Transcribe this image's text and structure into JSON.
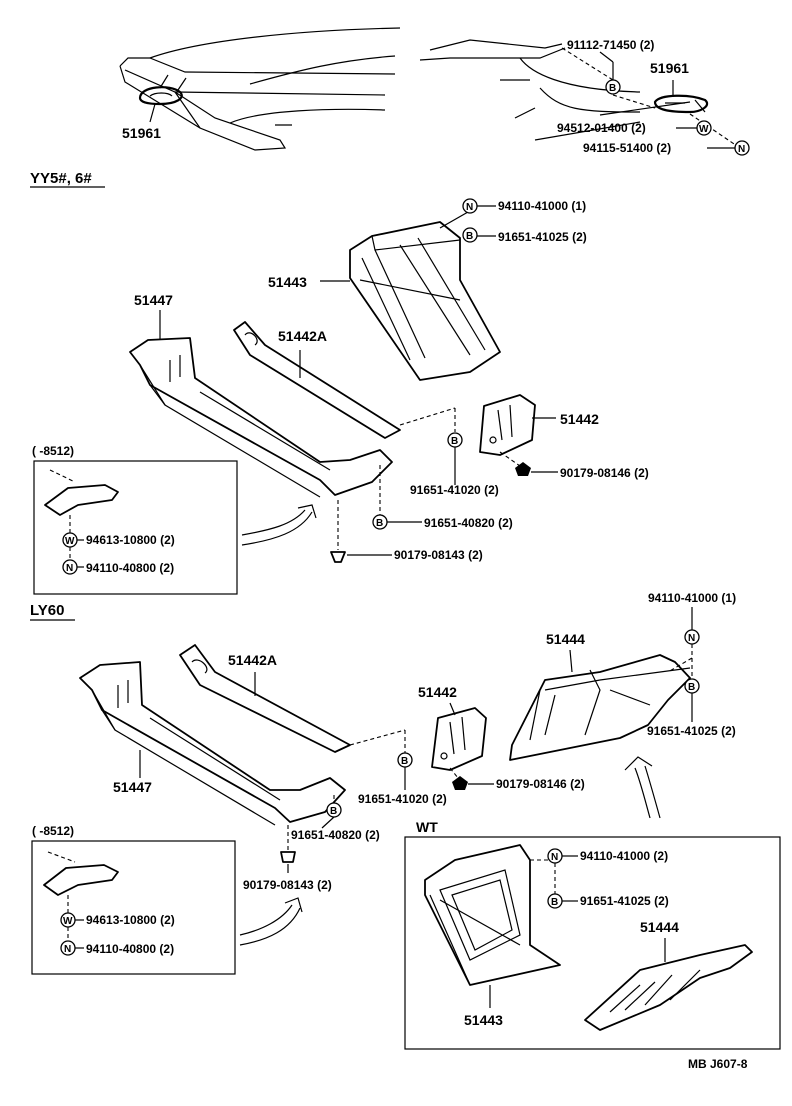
{
  "top": {
    "left_part": "51961",
    "right_part": "51961",
    "callouts": [
      {
        "symbol": "B",
        "text": "91112-71450 (2)"
      },
      {
        "symbol": "W",
        "text": "94512-01400 (2)"
      },
      {
        "symbol": "N",
        "text": "94115-51400 (2)"
      }
    ]
  },
  "section1": {
    "title": "YY5#, 6#",
    "parts": [
      "51443",
      "51447",
      "51442A",
      "51442"
    ],
    "callouts": [
      {
        "symbol": "N",
        "text": "94110-41000 (1)"
      },
      {
        "symbol": "B",
        "text": "91651-41025 (2)"
      },
      {
        "symbol": "B",
        "text": "91651-41020 (2)"
      },
      {
        "symbol": "",
        "text": "90179-08146 (2)"
      },
      {
        "symbol": "B",
        "text": "91651-40820 (2)"
      },
      {
        "symbol": "",
        "text": "90179-08143 (2)"
      }
    ],
    "inset": {
      "label": "(      -8512)",
      "callouts": [
        {
          "symbol": "W",
          "text": "94613-10800 (2)"
        },
        {
          "symbol": "N",
          "text": "94110-40800 (2)"
        }
      ]
    }
  },
  "section2": {
    "title": "LY60",
    "parts": [
      "51442A",
      "51447",
      "51442",
      "51444"
    ],
    "callouts": [
      {
        "symbol": "N",
        "text": "94110-41000 (1)"
      },
      {
        "symbol": "B",
        "text": "91651-41025 (2)"
      },
      {
        "symbol": "B",
        "text": "91651-41020 (2)"
      },
      {
        "symbol": "",
        "text": "90179-08146 (2)"
      },
      {
        "symbol": "B",
        "text": "91651-40820 (2)"
      },
      {
        "symbol": "",
        "text": "90179-08143 (2)"
      }
    ],
    "inset": {
      "label": "(      -8512)",
      "callouts": [
        {
          "symbol": "W",
          "text": "94613-10800 (2)"
        },
        {
          "symbol": "N",
          "text": "94110-40800 (2)"
        }
      ]
    },
    "wt_box": {
      "label": "WT",
      "parts": [
        "51444",
        "51443"
      ],
      "callouts": [
        {
          "symbol": "N",
          "text": "94110-41000 (2)"
        },
        {
          "symbol": "B",
          "text": "91651-41025 (2)"
        }
      ]
    }
  },
  "footer": {
    "code": "MB   J607-8"
  }
}
